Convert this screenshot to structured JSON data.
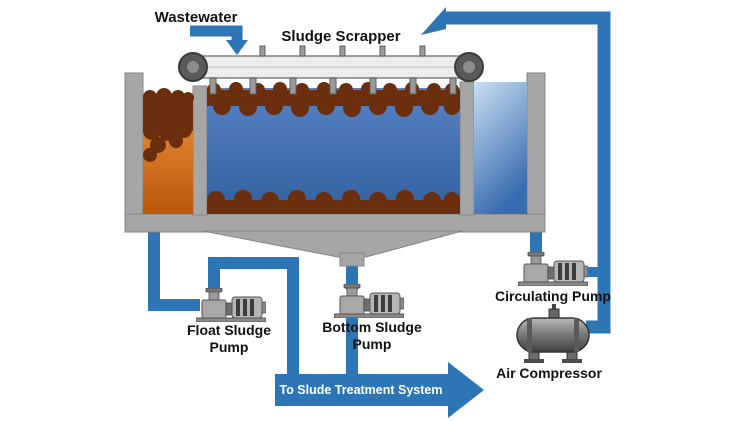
{
  "diagram": {
    "labels": {
      "wastewater": "Wastewater",
      "sludge_scrapper": "Sludge Scrapper",
      "float_pump_line1": "Float Sludge",
      "float_pump_line2": "Pump",
      "bottom_pump_line1": "Bottom Sludge",
      "bottom_pump_line2": "Pump",
      "circulating_pump": "Circulating Pump",
      "air_compressor": "Air Compressor",
      "flow_arrow": "To Slude Treatment System"
    },
    "colors": {
      "pipe_blue": "#2e75b6",
      "main_water_blue": "#4472b4",
      "recycle_water_light_blue": "#c8dff2",
      "float_layer_orange": "#d9752a",
      "sludge_brown": "#6b2f0d",
      "tank_gray": "#a6a6a6",
      "label_text": "#111111",
      "arrow_text": "#ffffff"
    }
  }
}
